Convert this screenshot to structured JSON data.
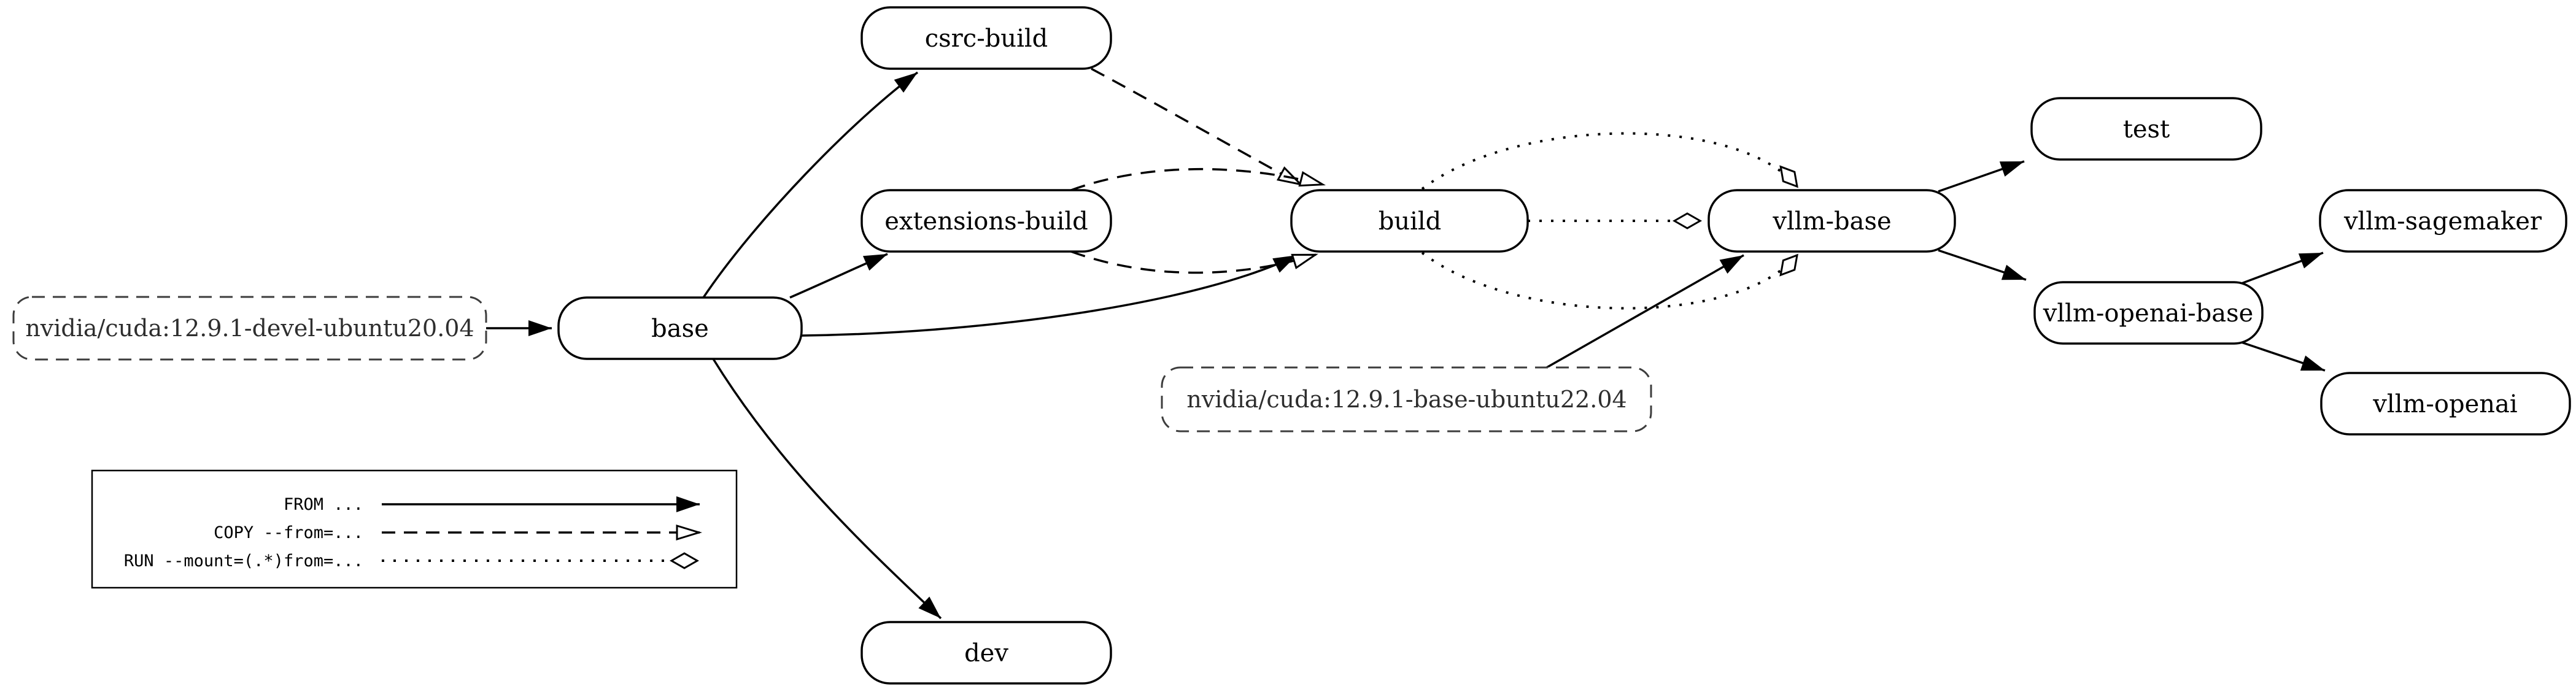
{
  "diagram": {
    "type": "dockerfile-build-stage-graph",
    "nodes": {
      "cuda_devel": {
        "label": "nvidia/cuda:12.9.1-devel-ubuntu20.04",
        "kind": "external-image"
      },
      "base": {
        "label": "base",
        "kind": "stage"
      },
      "csrc_build": {
        "label": "csrc-build",
        "kind": "stage"
      },
      "extensions_build": {
        "label": "extensions-build",
        "kind": "stage"
      },
      "build": {
        "label": "build",
        "kind": "stage"
      },
      "cuda_base": {
        "label": "nvidia/cuda:12.9.1-base-ubuntu22.04",
        "kind": "external-image"
      },
      "vllm_base": {
        "label": "vllm-base",
        "kind": "stage"
      },
      "test": {
        "label": "test",
        "kind": "stage"
      },
      "vllm_sagemaker": {
        "label": "vllm-sagemaker",
        "kind": "stage"
      },
      "vllm_openai_base": {
        "label": "vllm-openai-base",
        "kind": "stage"
      },
      "vllm_openai": {
        "label": "vllm-openai",
        "kind": "stage-highlighted",
        "fill": "#e6e6e6"
      }
    },
    "edges": [
      {
        "from": "nvidia/cuda:12.9.1-devel-ubuntu20.04",
        "to": "base",
        "type": "FROM"
      },
      {
        "from": "base",
        "to": "csrc-build",
        "type": "FROM"
      },
      {
        "from": "base",
        "to": "extensions-build",
        "type": "FROM"
      },
      {
        "from": "base",
        "to": "build",
        "type": "FROM"
      },
      {
        "from": "base",
        "to": "dev",
        "type": "FROM"
      },
      {
        "from": "csrc-build",
        "to": "build",
        "type": "COPY --from=..."
      },
      {
        "from": "extensions-build",
        "to": "build",
        "type": "COPY --from=..."
      },
      {
        "from": "extensions-build",
        "to": "build",
        "type": "COPY --from=..."
      },
      {
        "from": "build",
        "to": "vllm-base",
        "type": "RUN --mount=(.*)from=..."
      },
      {
        "from": "build",
        "to": "vllm-base",
        "type": "RUN --mount=(.*)from=..."
      },
      {
        "from": "build",
        "to": "vllm-base",
        "type": "RUN --mount=(.*)from=..."
      },
      {
        "from": "nvidia/cuda:12.9.1-base-ubuntu22.04",
        "to": "vllm-base",
        "type": "FROM"
      },
      {
        "from": "vllm-base",
        "to": "test",
        "type": "FROM"
      },
      {
        "from": "vllm-base",
        "to": "vllm-openai-base",
        "type": "FROM"
      },
      {
        "from": "vllm-openai-base",
        "to": "vllm-sagemaker",
        "type": "FROM"
      },
      {
        "from": "vllm-openai-base",
        "to": "vllm-openai",
        "type": "FROM"
      }
    ],
    "dev_node": {
      "label": "dev",
      "kind": "stage"
    },
    "legend": {
      "items": [
        {
          "label": "FROM ...",
          "line": "solid",
          "arrowhead": "filled-triangle"
        },
        {
          "label": "COPY --from=...",
          "line": "dashed",
          "arrowhead": "open-triangle"
        },
        {
          "label": "RUN --mount=(.*)from=...",
          "line": "dotted",
          "arrowhead": "open-diamond"
        }
      ]
    },
    "colors": {
      "background": "#ffffff",
      "node_border": "#000000",
      "edge": "#000000",
      "external_box_border": "#3d3d3d",
      "external_box_text": "#2e2e2e",
      "highlight_fill": "#e6e6e6"
    }
  }
}
